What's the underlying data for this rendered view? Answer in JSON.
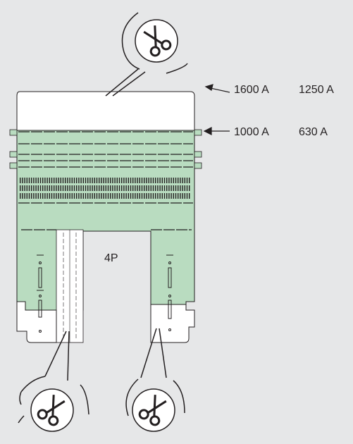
{
  "ratings": {
    "top_row": [
      "1600 A",
      "1250 A"
    ],
    "second_row": [
      "1000 A",
      "630 A"
    ]
  },
  "pole_label": "4P",
  "icons": [
    "scissors-icon",
    "scissors-icon",
    "scissors-icon"
  ],
  "colors": {
    "background": "#e6e7e8",
    "panel_green": "#b9dcc0",
    "panel_white": "#ffffff",
    "line": "#231f20"
  }
}
